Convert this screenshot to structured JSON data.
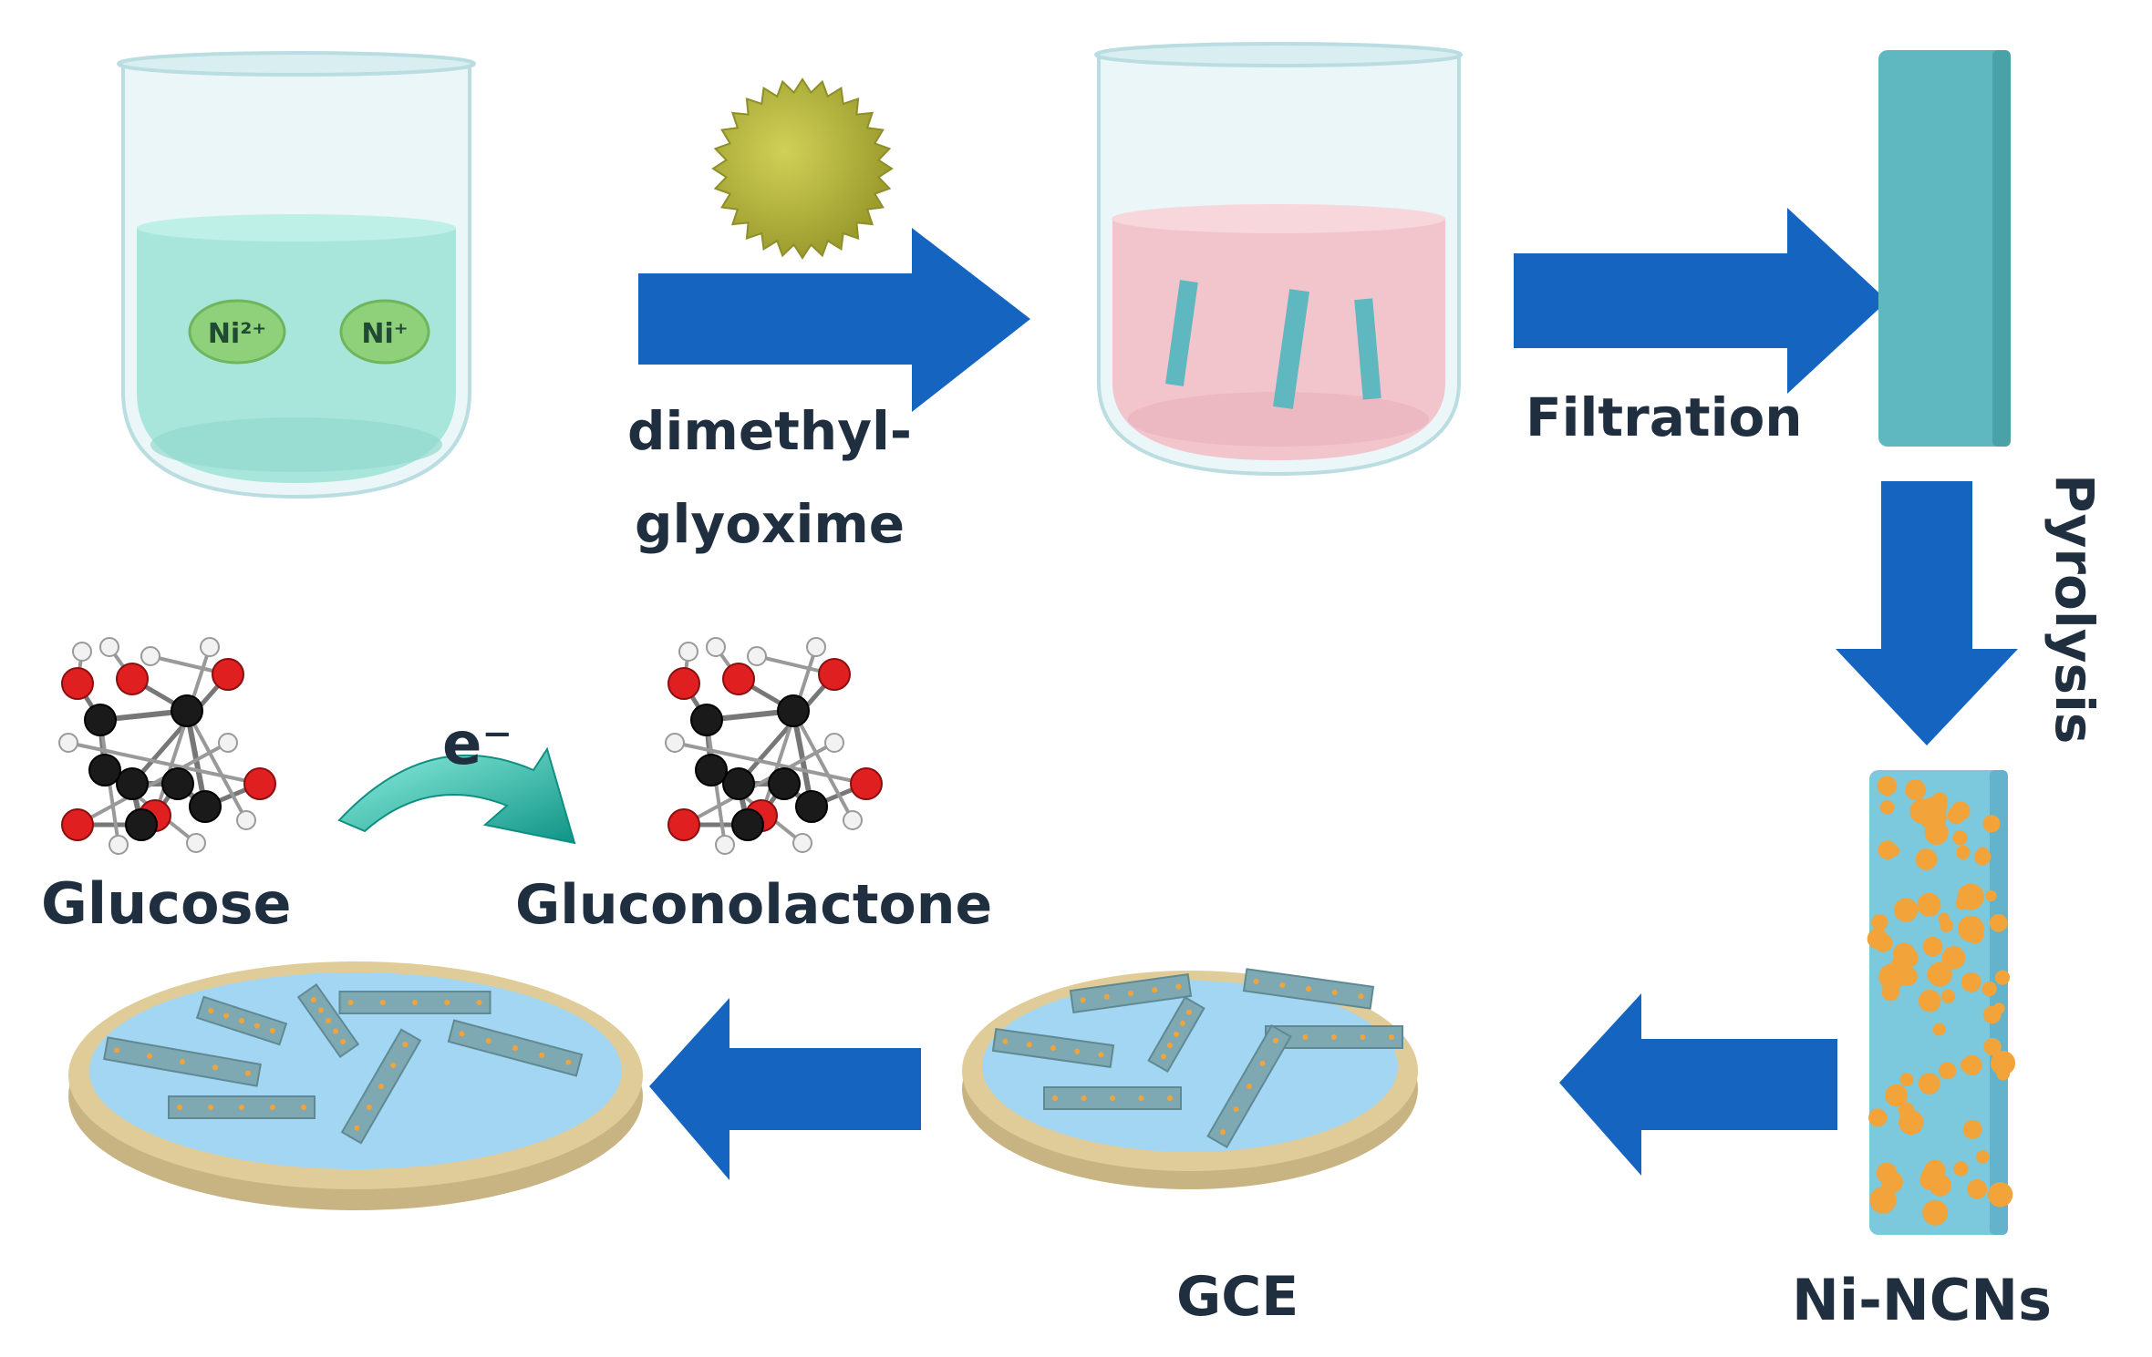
{
  "ions": {
    "ni2": "Ni²⁺",
    "ni1": "Ni⁺"
  },
  "labels": {
    "dimethyl": "dimethyl-",
    "glyoxime": "glyoxime",
    "filtration": "Filtration",
    "pyrolysis": "Pyrolysis",
    "glucose": "Glucose",
    "electron": "e⁻",
    "gluconolactone": "Gluconolactone",
    "gce": "GCE",
    "ni_ncns": "Ni-NCNs"
  },
  "colors": {
    "arrow_blue": "#1565c0",
    "solution_green": "#a8e6dc",
    "solution_pink": "#f2c4cc",
    "ion_green": "#8fd17a",
    "powder": "#b3b33c",
    "rod_teal": "#5fb8bf",
    "nanoparticle_orange": "#f2a33a",
    "electrode_tan": "#e0cc98",
    "electrode_blue": "#a3d6f2",
    "oxygen_red": "#e02020",
    "carbon_black": "#1a1a1a",
    "curved_arrow_teal": "#2bbfb0",
    "text_dark": "#1f2f3f"
  }
}
